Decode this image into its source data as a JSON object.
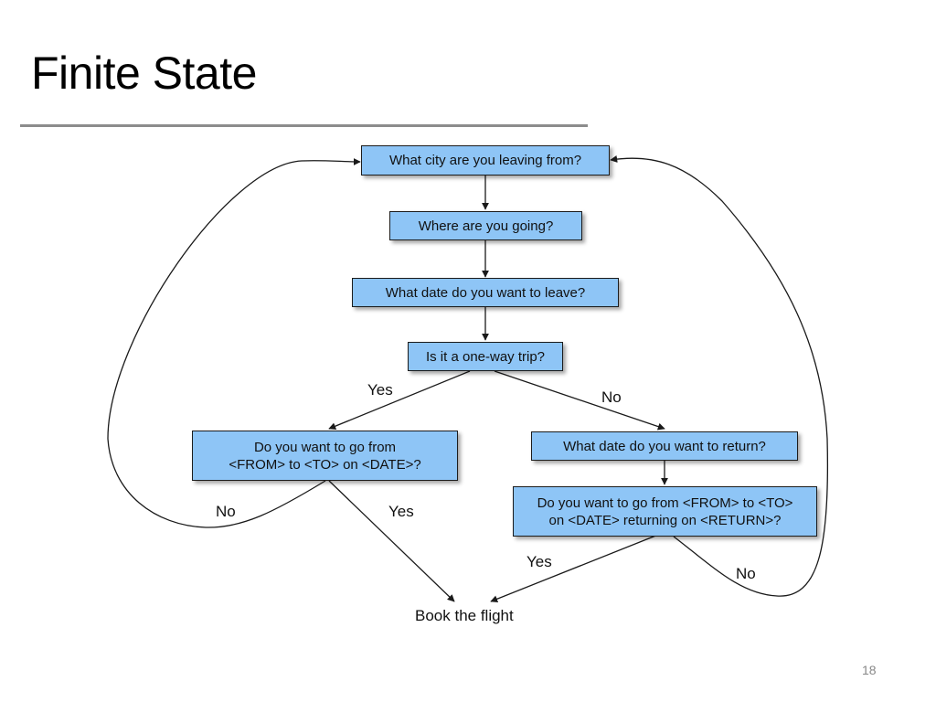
{
  "slide": {
    "title": "Finite State",
    "page_number": "18"
  },
  "diagram": {
    "nodes": {
      "city": "What city are you leaving from?",
      "going": "Where are you going?",
      "leave_date": "What date do you want to leave?",
      "one_way": "Is it a one-way trip?",
      "confirm_one_way_line1": "Do you want to go from",
      "confirm_one_way_line2": "<FROM> to <TO> on <DATE>?",
      "return_date": "What date do you want to return?",
      "confirm_round_line1": "Do you want to go from <FROM> to <TO>",
      "confirm_round_line2": "on <DATE> returning on <RETURN>?",
      "book": "Book the flight"
    },
    "edge_labels": {
      "one_way_yes": "Yes",
      "one_way_no": "No",
      "confirm_one_way_no": "No",
      "confirm_one_way_yes": "Yes",
      "confirm_round_yes": "Yes",
      "confirm_round_no": "No"
    },
    "colors": {
      "node_fill": "#8ec5f6",
      "node_border": "#1c1c1c",
      "edge": "#1a1a1a",
      "rule": "#8c8c8c"
    }
  }
}
